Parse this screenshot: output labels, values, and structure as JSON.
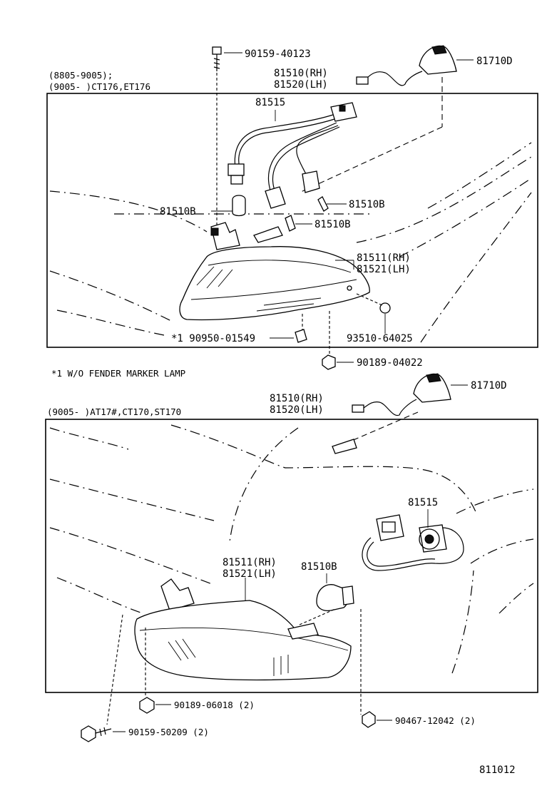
{
  "sheet_number": "811012",
  "footnote": "*1 W/O FENDER MARKER LAMP",
  "top_section": {
    "applicability_line1": "(8805-9005);",
    "applicability_line2": "(9005-      )CT176,ET176",
    "labels": {
      "p90159_40123": "90159-40123",
      "p81710D": "81710D",
      "p81510_rh": "81510(RH)",
      "p81520_lh": "81520(LH)",
      "p81515": "81515",
      "p81510B_a": "81510B",
      "p81510B_b": "81510B",
      "p81510B_c": "81510B",
      "p81511_rh": "81511(RH)",
      "p81521_lh": "81521(LH)",
      "p90950_01549": "*1  90950-01549",
      "p93510_64025": "93510-64025",
      "p90189_04022": "90189-04022"
    }
  },
  "bottom_section": {
    "applicability": "(9005-     )AT17#,CT170,ST170",
    "labels": {
      "p81710D": "81710D",
      "p81510_rh": "81510(RH)",
      "p81520_lh": "81520(LH)",
      "p81515": "81515",
      "p81511_rh": "81511(RH)",
      "p81521_lh": "81521(LH)",
      "p81510B": "81510B",
      "p90189_06018": "90189-06018 (2)",
      "p90159_50209": "90159-50209 (2)",
      "p90467_12042": "90467-12042 (2)"
    }
  }
}
